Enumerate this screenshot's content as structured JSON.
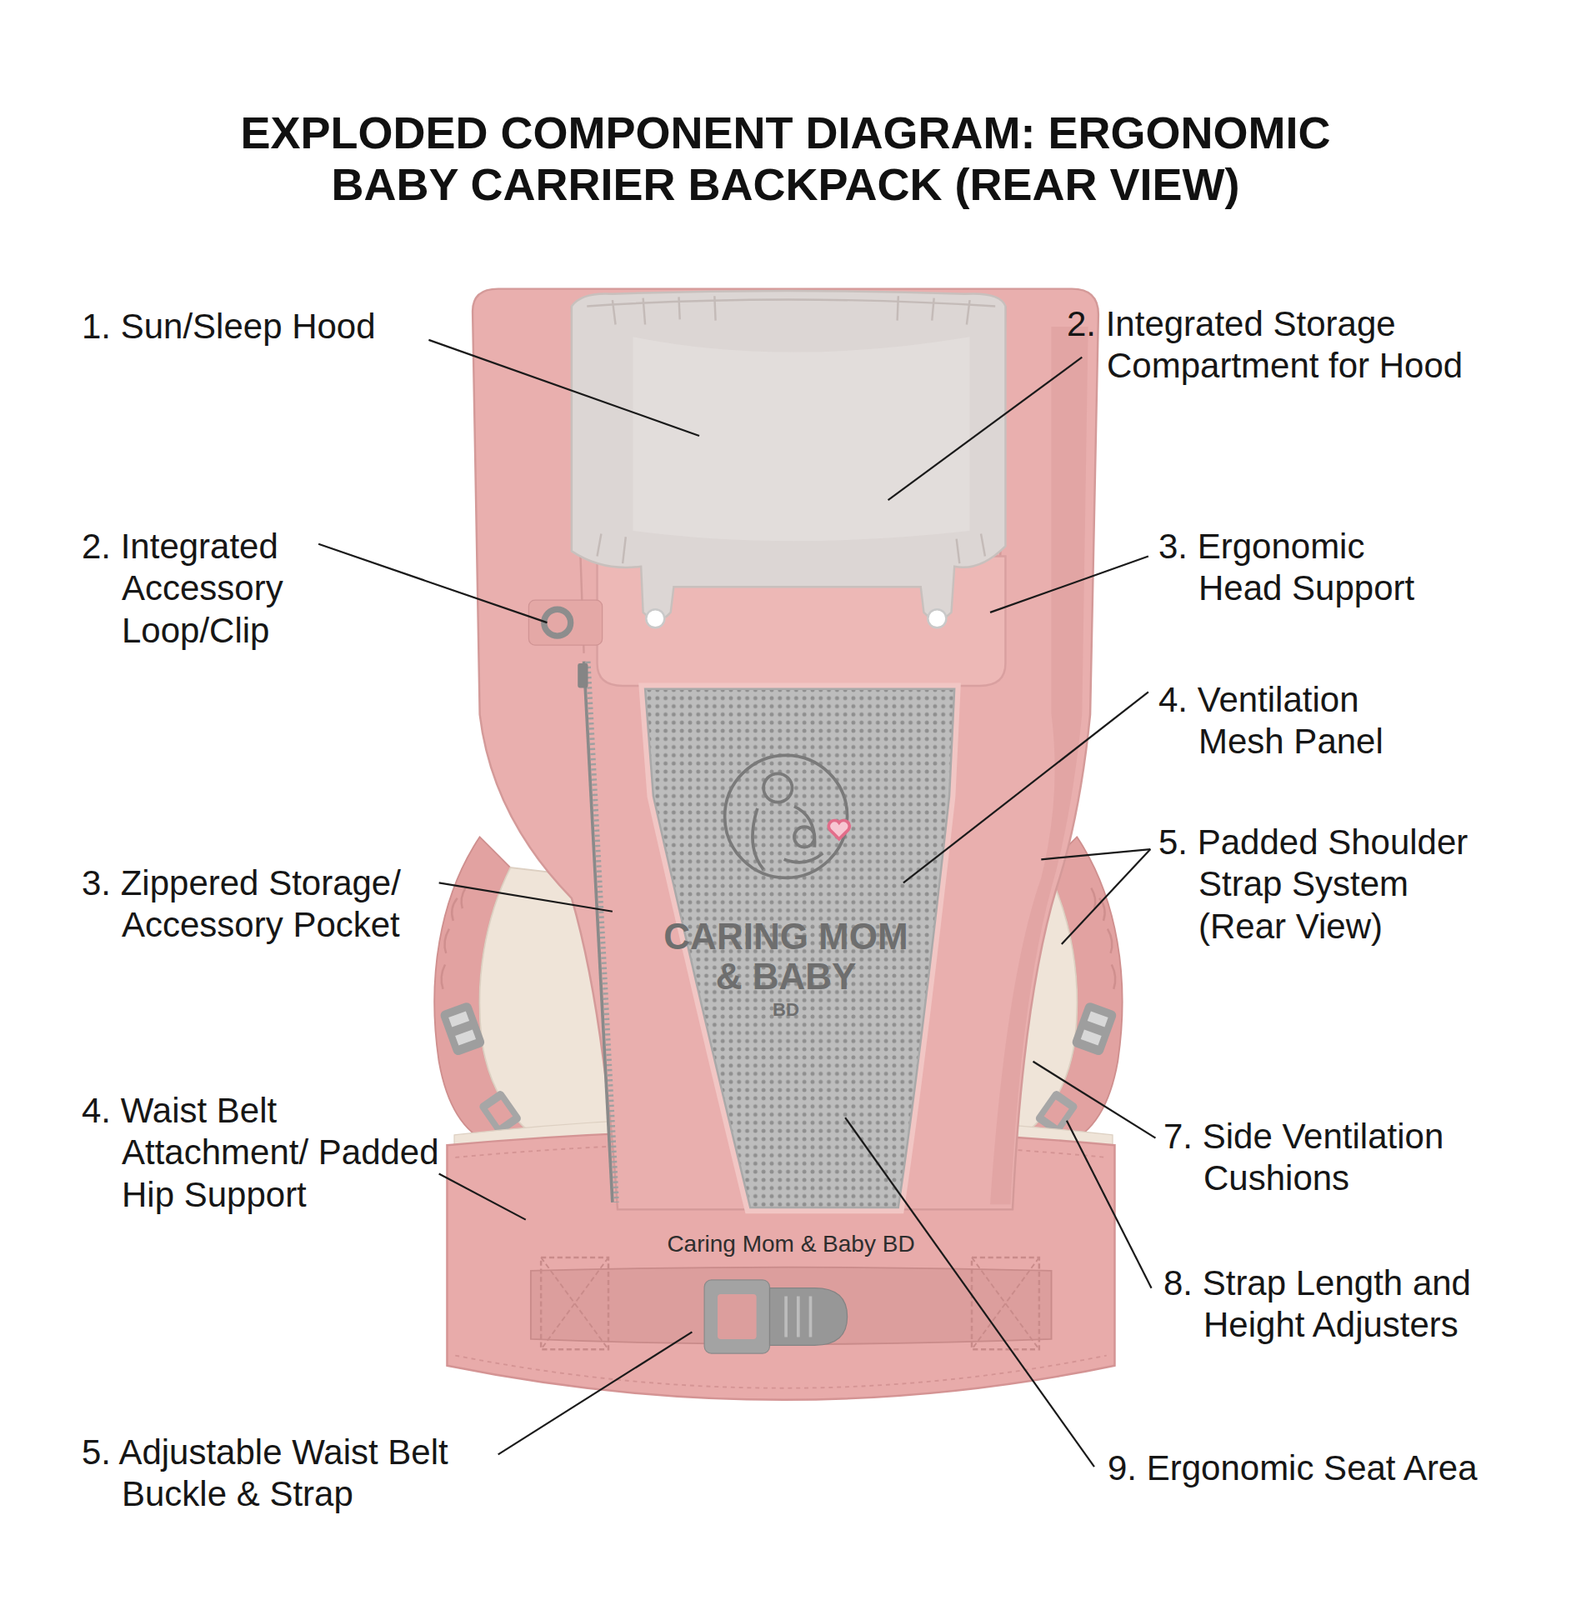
{
  "diagram": {
    "title": "EXPLODED COMPONENT DIAGRAM: ERGONOMIC BABY CARRIER BACKPACK (REAR VIEW)",
    "labels": [
      "1. Sun/Sleep Hood",
      "2. Integrated Storage Compartment for Hood",
      "2. Integrated Accessory Loop/Clip",
      "3. Ergonomic Head Support",
      "4. Ventilation Mesh Panel",
      "3. Zippered Storage/ Accessory Pocket",
      "5. Padded Shoulder Strap System (Rear View)",
      "CARING MOM & BABY",
      "BD",
      "4. Waist Belt Attachment/ Padded Hip Support",
      "7. Side Ventilation Cushions",
      "Caring Mom & Baby BD",
      "8. Strap Length and Height Adjusters",
      "5. Adjustable Waist Belt Buckle & Strap",
      "9. Ergonomic Seat Area"
    ]
  }
}
